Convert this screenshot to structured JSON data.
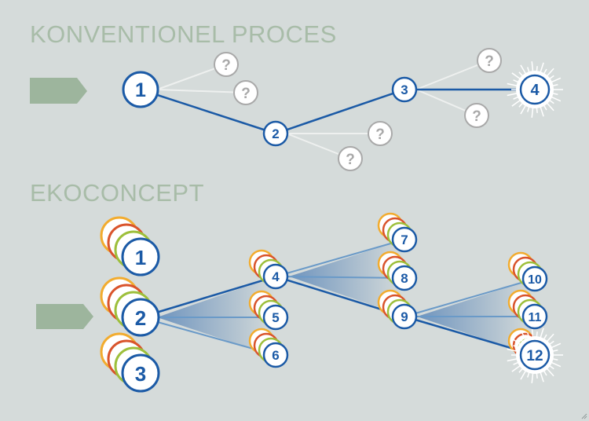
{
  "headings": {
    "conventional": "KONVENTIONEL PROCES",
    "ekoconcept": "EKOCONCEPT"
  },
  "colors": {
    "background": "#d5dbda",
    "node_blue": "#1b5aa6",
    "heading_green": "#a8bca8",
    "arrow_green": "#9db59d",
    "question_grey": "#a9a9a9",
    "ring_yellow": "#f2ac2f",
    "ring_red": "#d9542c",
    "ring_green": "#9dbf3b"
  },
  "conventional": {
    "nodes": [
      "1",
      "2",
      "3",
      "4"
    ],
    "unknown_branch_label": "?",
    "final_node": "4"
  },
  "ekoconcept": {
    "nodes": [
      "1",
      "2",
      "3",
      "4",
      "5",
      "6",
      "7",
      "8",
      "9",
      "10",
      "11",
      "12"
    ],
    "final_node": "12"
  }
}
